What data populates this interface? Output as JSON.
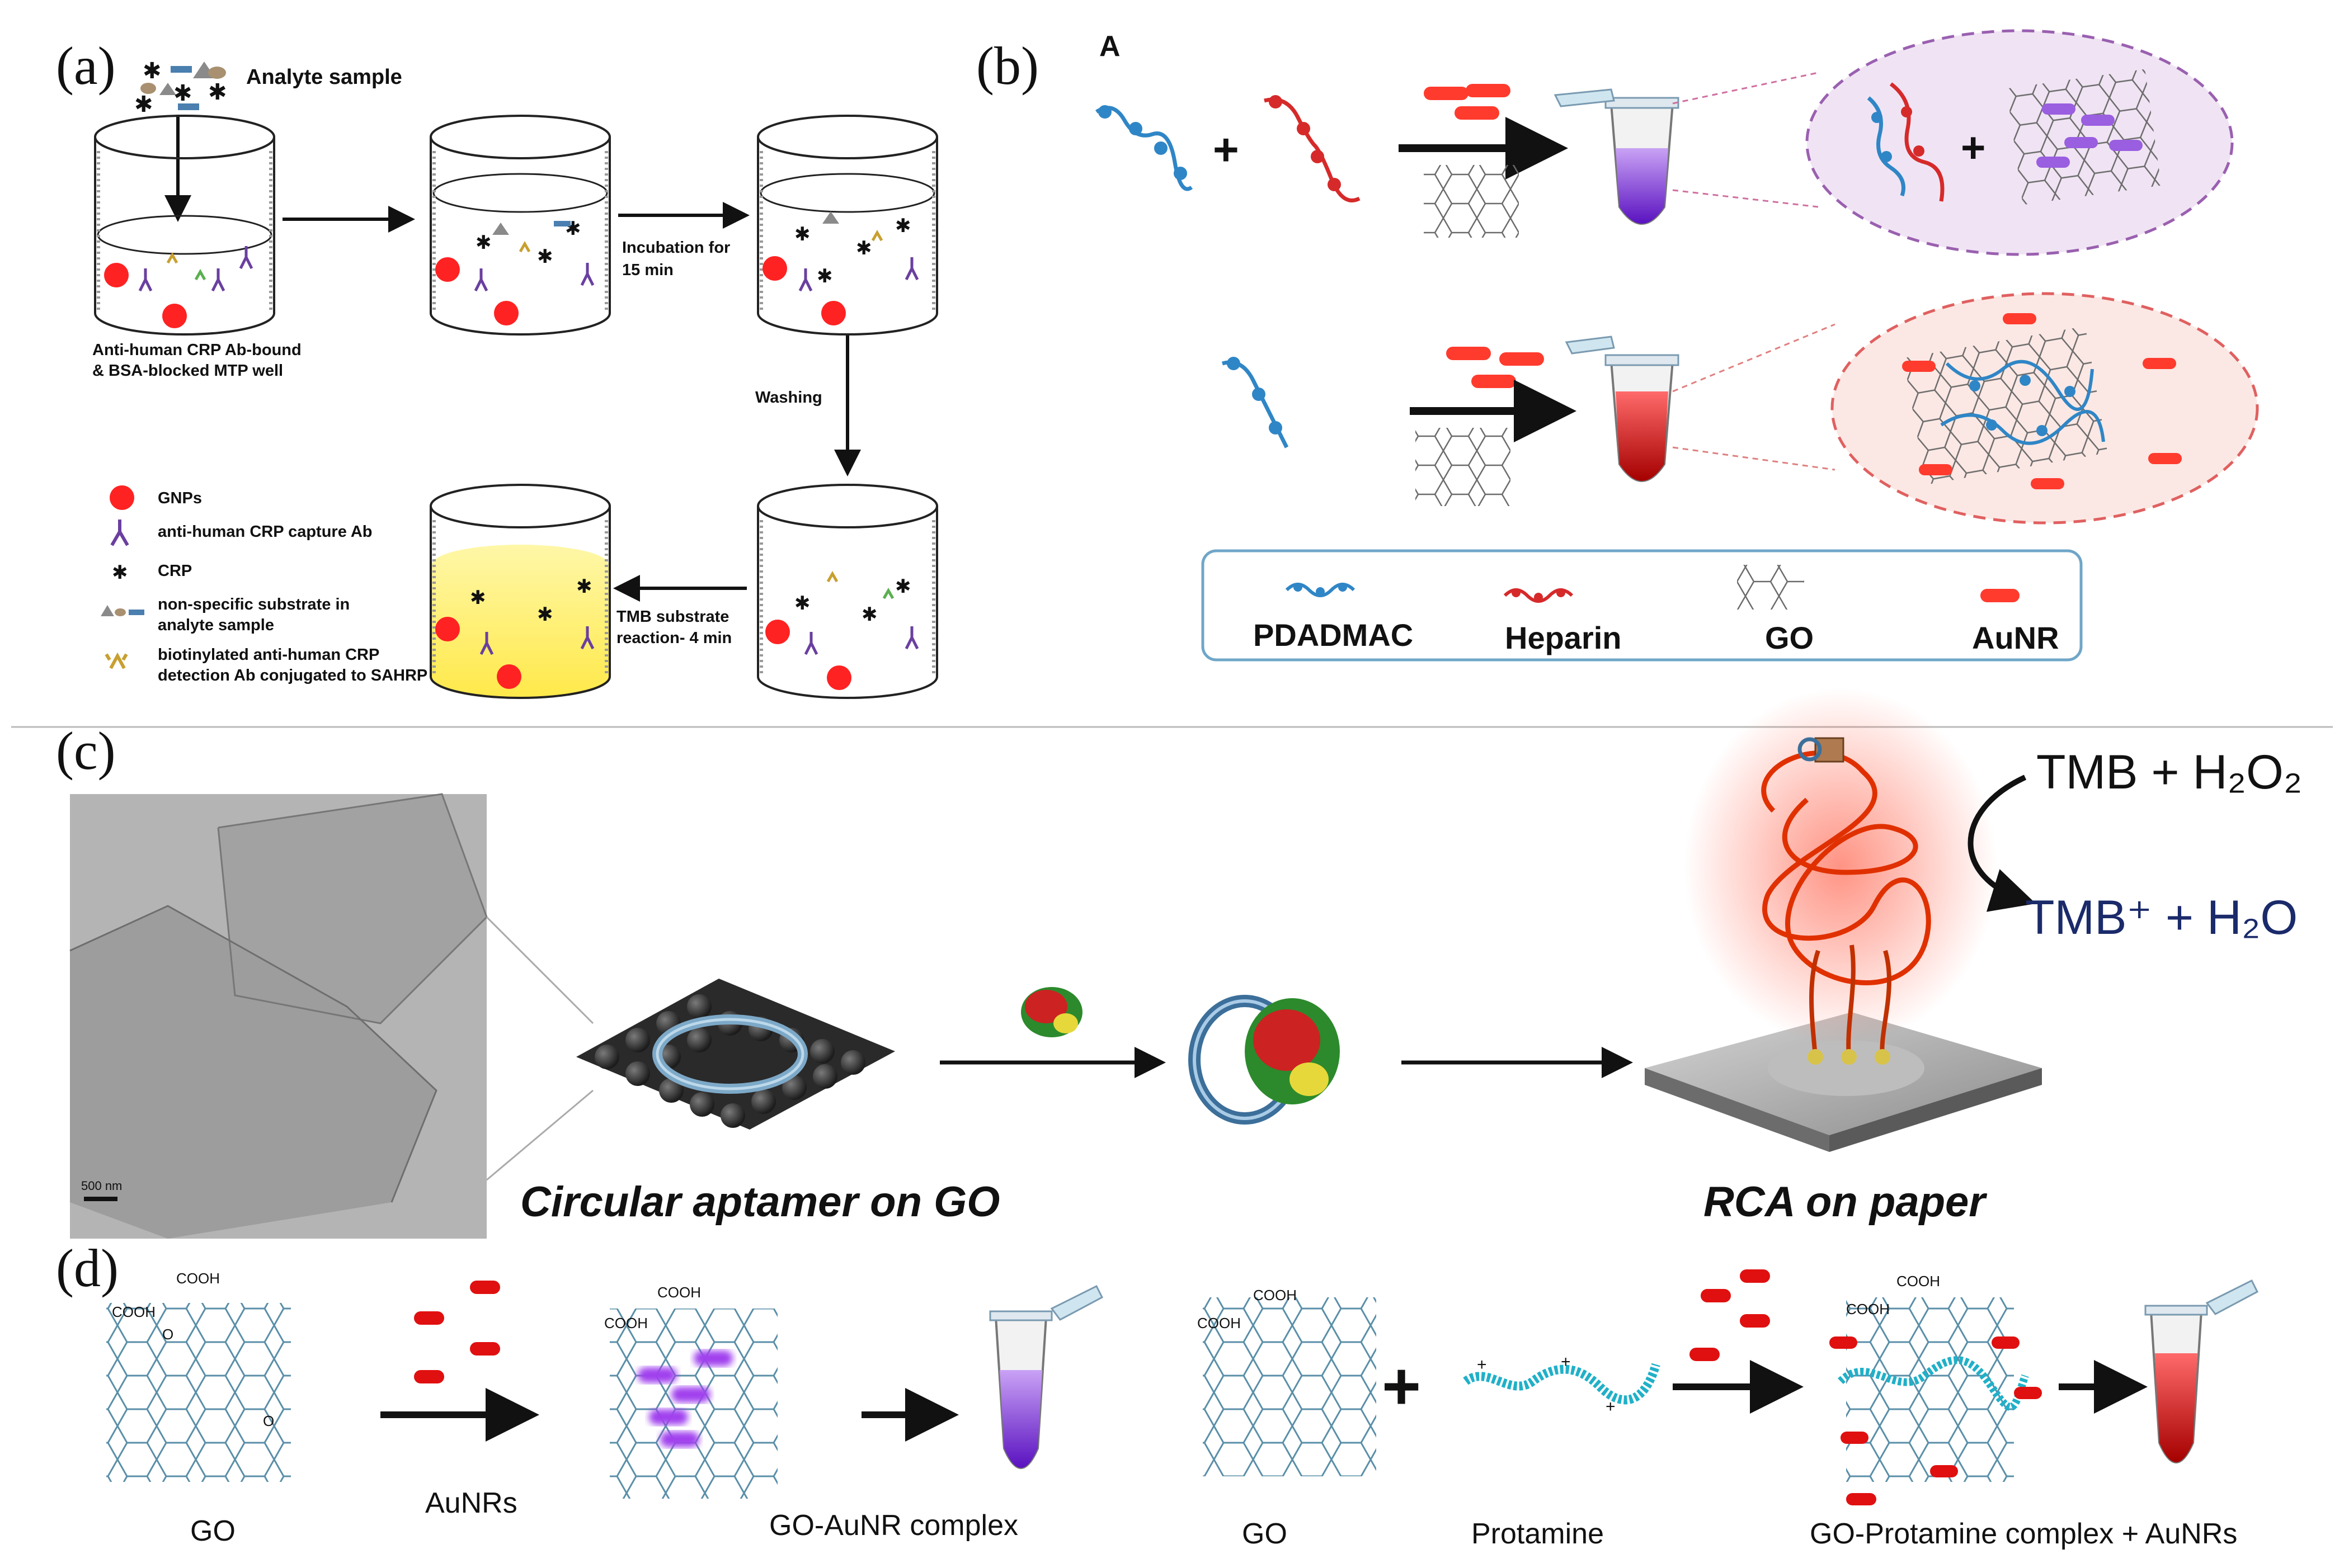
{
  "panel_labels": {
    "a": "(a)",
    "b": "(b)",
    "c": "(c)",
    "d": "(d)",
    "b_sub": "A"
  },
  "panel_a": {
    "analyte_sample": "Analyte sample",
    "well_caption_1": "Anti-human CRP Ab-bound",
    "well_caption_2": "& BSA-blocked MTP well",
    "incubation_1": "Incubation for",
    "incubation_2": "15 min",
    "washing": "Washing",
    "tmb_1": "TMB substrate",
    "tmb_2": "reaction- 4 min",
    "legend": {
      "gnps": "GNPs",
      "capture_ab": "anti-human CRP capture Ab",
      "crp": "CRP",
      "nonspecific_1": "non-specific substrate in",
      "nonspecific_2": "analyte sample",
      "detection_1": "biotinylated anti-human CRP",
      "detection_2": "detection Ab conjugated to SAHRP"
    }
  },
  "panel_b": {
    "legend": {
      "pdadmac": "PDADMAC",
      "heparin": "Heparin",
      "go": "GO",
      "aunr": "AuNR"
    }
  },
  "panel_c": {
    "circular_aptamer": "Circular aptamer on GO",
    "rca_on_paper": "RCA on paper",
    "scale_bar": "500 nm",
    "reaction_top": "TMB + H₂O₂",
    "reaction_bottom": "TMB⁺ + H₂O"
  },
  "panel_d": {
    "go_left": "GO",
    "aunrs": "AuNRs",
    "go_aunr_complex": "GO-AuNR complex",
    "go_right": "GO",
    "protamine": "Protamine",
    "go_protamine_complex": "GO-Protamine complex + AuNRs",
    "cooh": "COOH"
  },
  "colors": {
    "pdadmac": "#2f86c6",
    "heparin": "#d62a2a",
    "aunr": "#ff3b2e",
    "purple": "#7a2bd8",
    "red_solution": "#d01010",
    "go_line": "#5a8fa8",
    "protamine": "#20b0c8",
    "panel_b_box": "#6fa6c8"
  }
}
